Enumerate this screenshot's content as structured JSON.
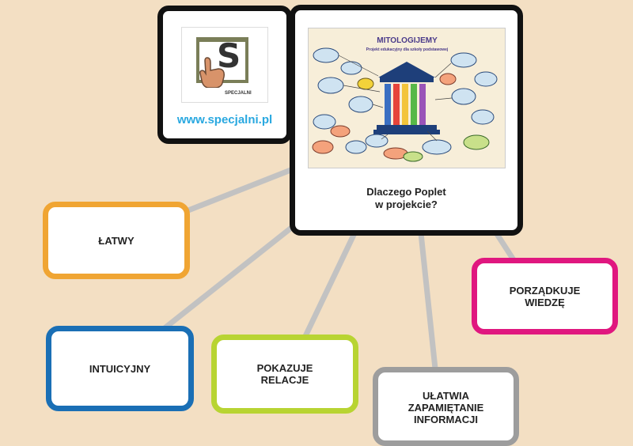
{
  "logo": {
    "brand_mark": "S",
    "brand_sub": "SPECJALNI",
    "url": "www.specjalni.pl"
  },
  "poster": {
    "title": "MITOLOGIJEMY",
    "subtitle": "Projekt edukacyjny dla szkoły podstawowej"
  },
  "center": {
    "label": "Dlaczego Poplet\nw projekcie?"
  },
  "nodes": {
    "latwy": "ŁATWY",
    "intuicyjny": "INTUICYJNY",
    "pokazuje": "POKAZUJE\nRELACJE",
    "ulatwia": "UŁATWIA\nZAPAMIĘTANIE\nINFORMACJI",
    "porzadkuje": "PORZĄDKUJE\nWIEDZĘ"
  },
  "colors": {
    "background": "#f3dfc3",
    "center_border": "#111111",
    "latwy": "#f0a533",
    "intuicyjny": "#1a6fb5",
    "pokazuje": "#b8d432",
    "ulatwia": "#9d9d9d",
    "porzadkuje": "#e0177f",
    "link": "#c2c2c2",
    "url": "#29a8e0"
  }
}
